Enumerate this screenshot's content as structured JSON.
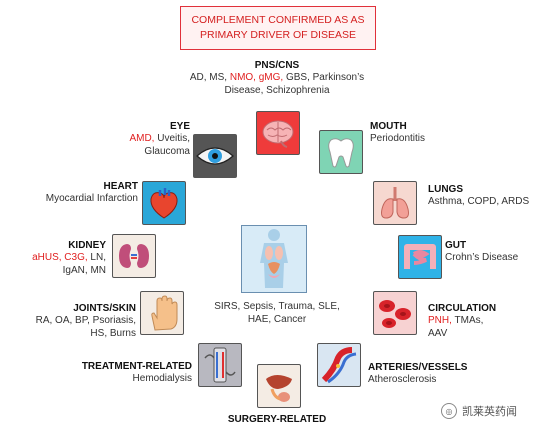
{
  "header": {
    "line1": "COMPLEMENT CONFIRMED AS AS",
    "line2": "PRIMARY DRIVER OF DISEASE"
  },
  "pns": {
    "title": "PNS/CNS",
    "d1": "AD, MS, ",
    "d1_red": "NMO, gMG,",
    "d1_rest": " GBS, Parkinson’s",
    "d2": "Disease, Schizophrenia"
  },
  "eye": {
    "title": "EYE",
    "d1_red": "AMD,",
    "d1": " Uveitis,",
    "d2": "Glaucoma"
  },
  "mouth": {
    "title": "MOUTH",
    "d1": "Periodontitis"
  },
  "heart": {
    "title": "HEART",
    "d1": "Myocardial Infarction"
  },
  "lungs": {
    "title": "LUNGS",
    "d1": "Asthma, COPD, ARDS"
  },
  "kidney": {
    "title": "KIDNEY",
    "d1_red": "aHUS, C3G,",
    "d1": " LN,",
    "d2": "IgAN, MN"
  },
  "gut": {
    "title": "GUT",
    "d1": "Crohn’s Disease"
  },
  "center": {
    "l1": "SIRS, Sepsis, Trauma, SLE,",
    "l2": "HAE, Cancer"
  },
  "joints": {
    "title": "JOINTS/SKIN",
    "d1": "RA, OA, BP, Psoriasis,",
    "d2": "HS, Burns"
  },
  "circulation": {
    "title": "CIRCULATION",
    "d1_red": "PNH,",
    "d1": " TMAs,",
    "d2": "AAV"
  },
  "treatment": {
    "title": "TREATMENT-RELATED",
    "d1": "Hemodialysis"
  },
  "arteries": {
    "title": "ARTERIES/VESSELS",
    "d1": "Atherosclerosis"
  },
  "surgery": {
    "title": "SURGERY-RELATED"
  },
  "watermark": {
    "text": "凯莱英药闻"
  },
  "colors": {
    "accent_red": "#e02020",
    "banner_border": "#e0303a"
  }
}
